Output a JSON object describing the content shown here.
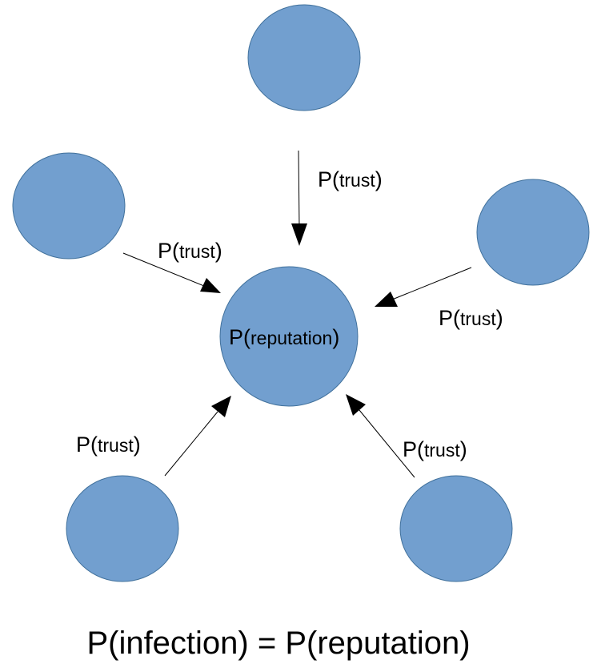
{
  "colors": {
    "node_fill": "#729fcf",
    "node_stroke": "#41719c",
    "edge": "#000000",
    "background": "#ffffff"
  },
  "center": {
    "prefix": "P(",
    "term": "reputation",
    "suffix": ")"
  },
  "edge_label": {
    "prefix": "P(",
    "term": "trust",
    "suffix": ")"
  },
  "formula": "P(infection) = P(reputation)"
}
